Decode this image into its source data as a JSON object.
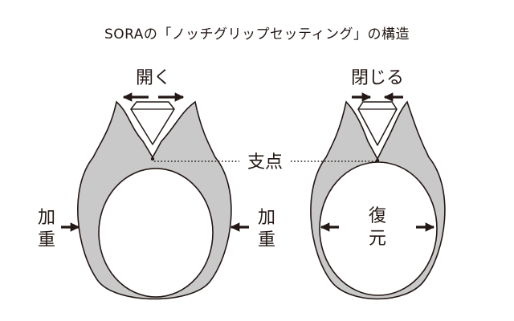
{
  "title": "SORAの「ノッチグリップセッティング」の構造",
  "labels": {
    "open": "開く",
    "close": "閉じる",
    "fulcrum": "支点",
    "pressure_left_1": "加",
    "pressure_left_2": "重",
    "pressure_right_1": "加",
    "pressure_right_2": "重",
    "restore_1": "復",
    "restore_2": "元"
  },
  "colors": {
    "ring_fill": "#c9c9c9",
    "stroke": "#231815",
    "gem_fill": "#ffffff"
  }
}
